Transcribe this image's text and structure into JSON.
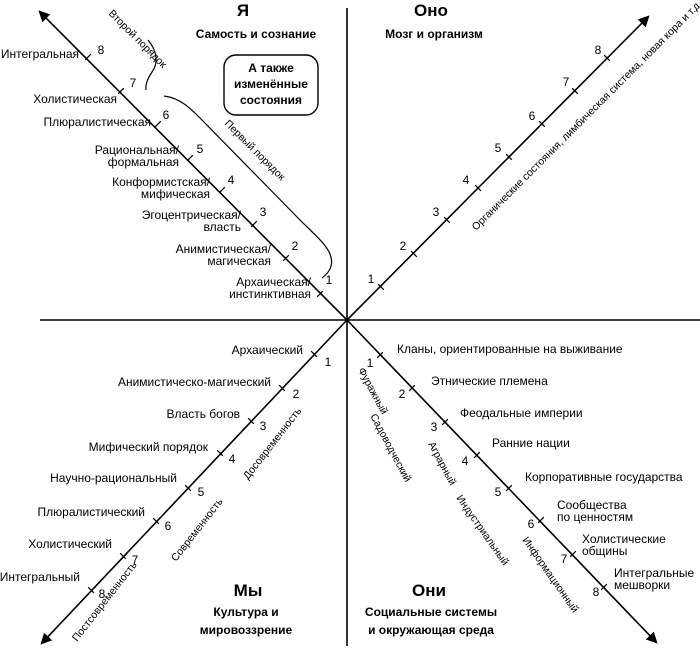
{
  "quadrants": {
    "ul": {
      "title": "Я",
      "subtitle": [
        "Самость и сознание"
      ]
    },
    "ur": {
      "title": "Оно",
      "subtitle": [
        "Мозг и организм"
      ]
    },
    "ll": {
      "title": "Мы",
      "subtitle": [
        "Культура и",
        "мировоззрение"
      ]
    },
    "lr": {
      "title": "Они",
      "subtitle": [
        "Социальные системы",
        "и окружающая среда"
      ]
    }
  },
  "box": [
    "А также",
    "изменённые",
    "состояния"
  ],
  "numbers": [
    "1",
    "2",
    "3",
    "4",
    "5",
    "6",
    "7",
    "8"
  ],
  "ul_levels": [
    [
      "Архаическая/",
      "инстинктивная"
    ],
    [
      "Анимистическая/",
      "магическая"
    ],
    [
      "Эгоцентрическая/",
      "власть"
    ],
    [
      "Конформистская/",
      "мифическая"
    ],
    [
      "Рациональная/",
      "формальная"
    ],
    [
      "Плюралистическая"
    ],
    [
      "Холистическая"
    ],
    [
      "Интегральная"
    ]
  ],
  "ul_brackets": {
    "second": "Второй порядок",
    "first": "Первый порядок"
  },
  "ur_note": "Органические состояния, лимбическая система, новая кора и т.д.",
  "ll_levels": [
    "Архаический",
    "Анимистическо-магический",
    "Власть богов",
    "Мифический порядок",
    "Научно-рациональный",
    "Плюралистический",
    "Холистический",
    "Интегральный"
  ],
  "ll_stages": [
    "Досовременность",
    "Современность",
    "Постсовременность"
  ],
  "lr_levels": [
    [
      "Кланы, ориентированные на выживание"
    ],
    [
      "Этнические племена"
    ],
    [
      "Феодальные империи"
    ],
    [
      "Ранние нации"
    ],
    [
      "Корпоративные государства"
    ],
    [
      "Сообщества",
      "по ценностям"
    ],
    [
      "Холистические",
      "общины"
    ],
    [
      "Интегральные",
      "мешворки"
    ]
  ],
  "lr_stages": [
    "Фуражный",
    "Садоводческий",
    "Аграрный",
    "Индустриальный",
    "Информационный"
  ]
}
